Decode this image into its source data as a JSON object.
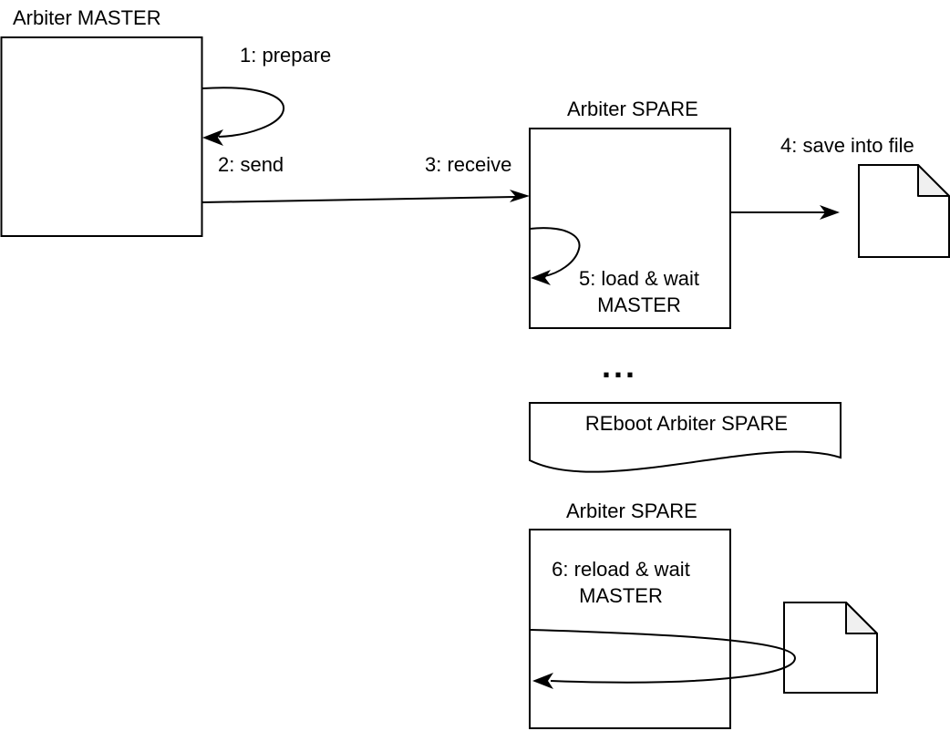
{
  "colors": {
    "background": "#ffffff",
    "stroke": "#000000",
    "shape_fill": "#ffffff",
    "fold_fill": "#f0f0f0"
  },
  "nodes": {
    "master": {
      "label": "Arbiter MASTER"
    },
    "spare_mid": {
      "label": "Arbiter SPARE"
    },
    "spare_bottom": {
      "label": "Arbiter SPARE"
    },
    "reboot_doc": {
      "label": "REboot Arbiter SPARE"
    }
  },
  "messages": {
    "m1": {
      "label": "1: prepare"
    },
    "m2": {
      "label": "2: send"
    },
    "m3": {
      "label": "3: receive"
    },
    "m4": {
      "label": "4: save into file"
    },
    "m5": {
      "line1": "5: load & wait",
      "line2": "MASTER"
    },
    "m6": {
      "line1": "6: reload & wait",
      "line2": "MASTER"
    }
  },
  "ellipsis": "..."
}
